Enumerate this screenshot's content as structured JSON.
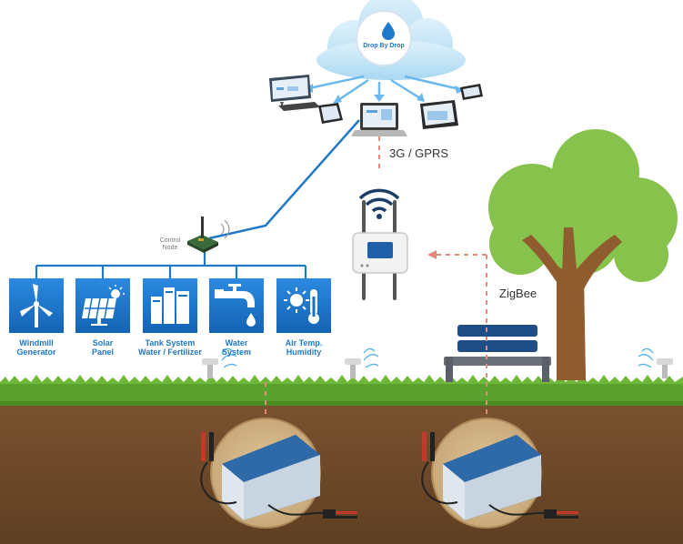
{
  "cloud": {
    "logo_text": "Drop By Drop"
  },
  "network": {
    "cellular_label": "3G / GPRS",
    "zigbee_label": "ZigBee"
  },
  "control_node": {
    "label_line1": "Control",
    "label_line2": "Node"
  },
  "modules": [
    {
      "icon": "windmill-icon",
      "line1": "Windmill",
      "line2": "Generator"
    },
    {
      "icon": "solar-panel-icon",
      "line1": "Solar",
      "line2": "Panel"
    },
    {
      "icon": "tank-icon",
      "line1": "Tank System",
      "line2": "Water / Fertilizer"
    },
    {
      "icon": "water-tap-icon",
      "line1": "Water",
      "line2": "System"
    },
    {
      "icon": "sun-thermometer-icon",
      "line1": "Air Temp.",
      "line2": "Humidity"
    }
  ],
  "colors": {
    "accent_blue": "#1f78c8",
    "module_blue": "#1670c4",
    "grass": "#5aa02c",
    "soil": "#6e4a2a",
    "tree_canopy": "#86c24c",
    "trunk": "#8e5c2e",
    "dashed_link": "#e58a7a"
  }
}
